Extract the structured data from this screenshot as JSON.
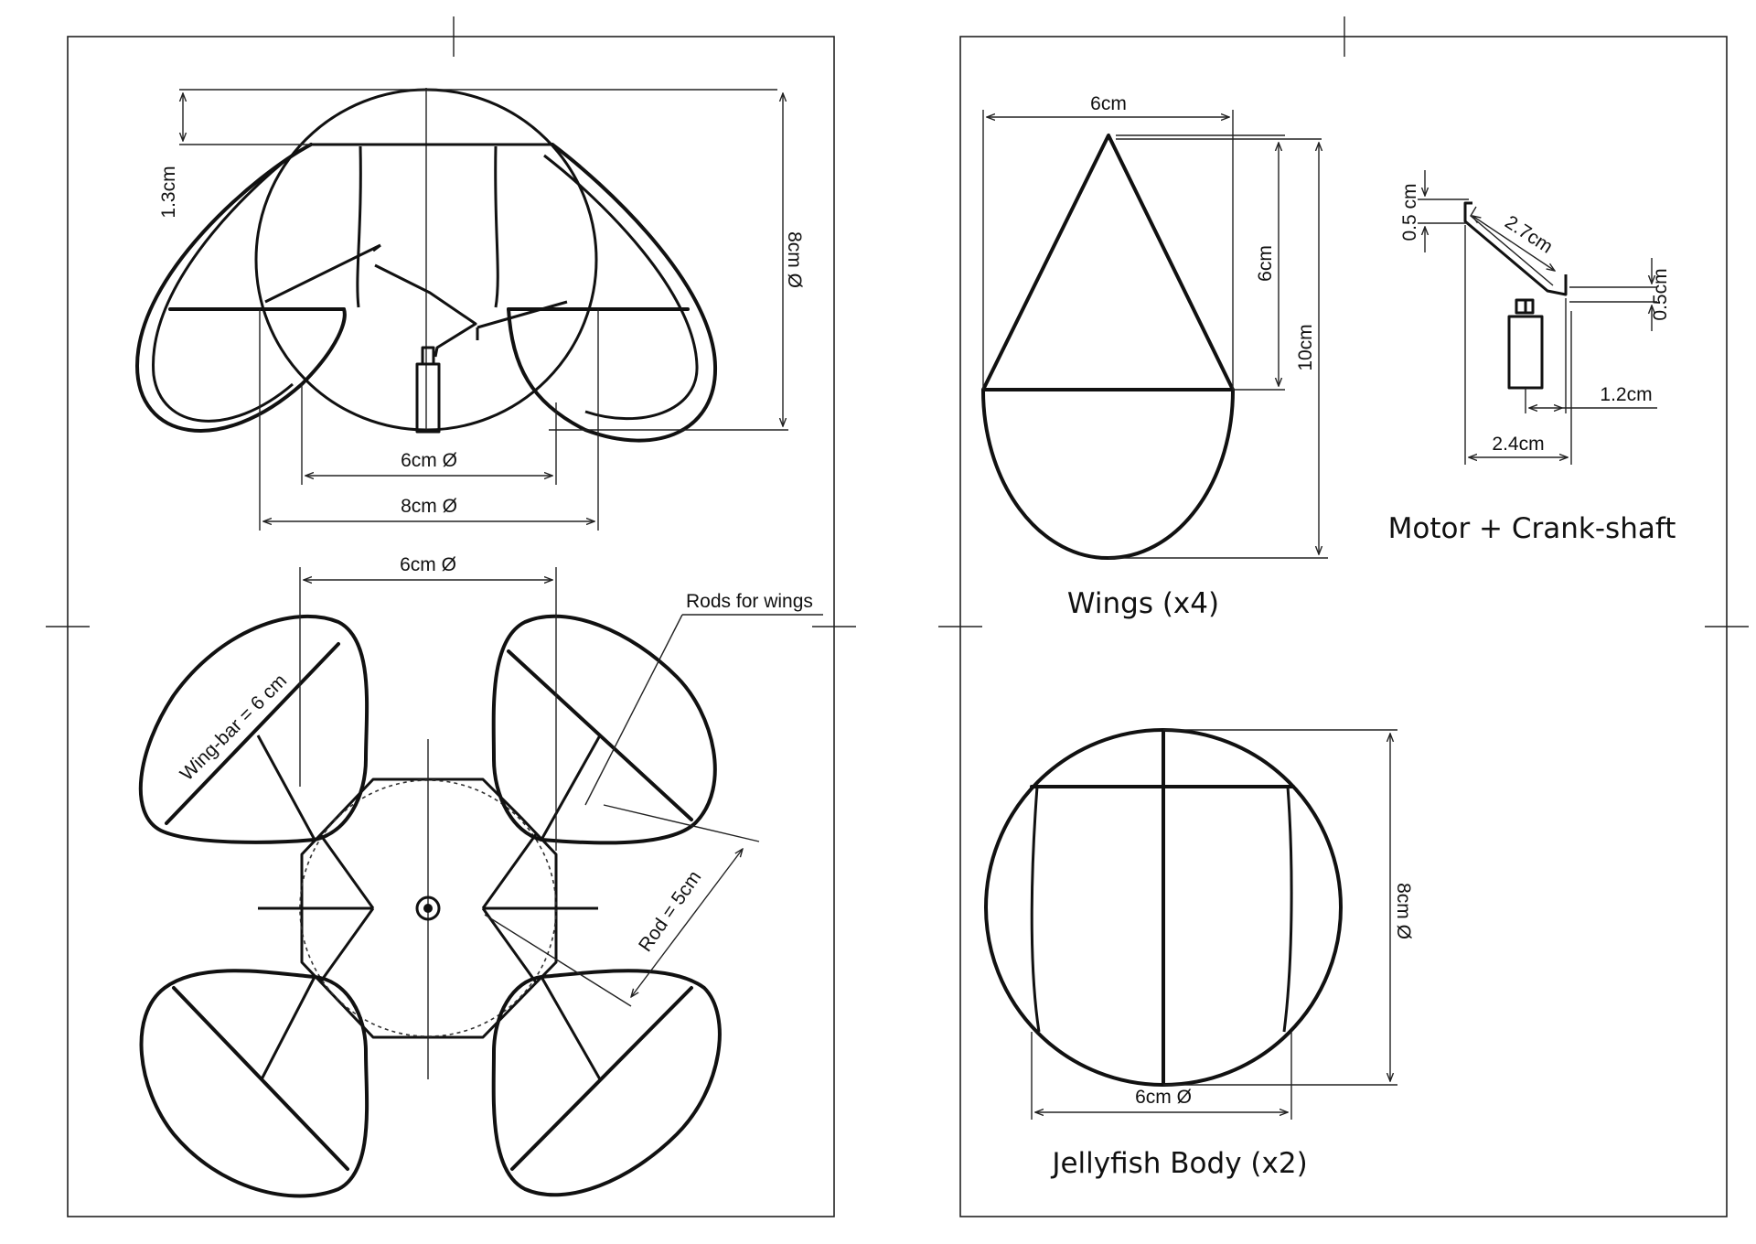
{
  "panel1": {
    "dim_13": "1.3cm",
    "dim_8_side": "8cm Ø",
    "dim_6": "6cm Ø",
    "dim_8": "8cm Ø"
  },
  "panel2": {
    "dim_6_top": "6cm Ø",
    "rods_for_wings": "Rods for wings",
    "wing_bar": "Wing-bar = 6 cm",
    "rod": "Rod = 5cm"
  },
  "wings": {
    "width": "6cm",
    "upper_height": "6cm",
    "total_height": "10cm",
    "title": "Wings (x4)"
  },
  "motor": {
    "dim_05_left": "0.5 cm",
    "dim_27": "2.7cm",
    "dim_05_right": "0.5cm",
    "dim_12": "1.2cm",
    "dim_24": "2.4cm",
    "title": "Motor + Crank-shaft"
  },
  "body": {
    "dim_8": "8cm Ø",
    "dim_6": "6cm Ø",
    "title": "Jellyfish Body (x2)"
  }
}
